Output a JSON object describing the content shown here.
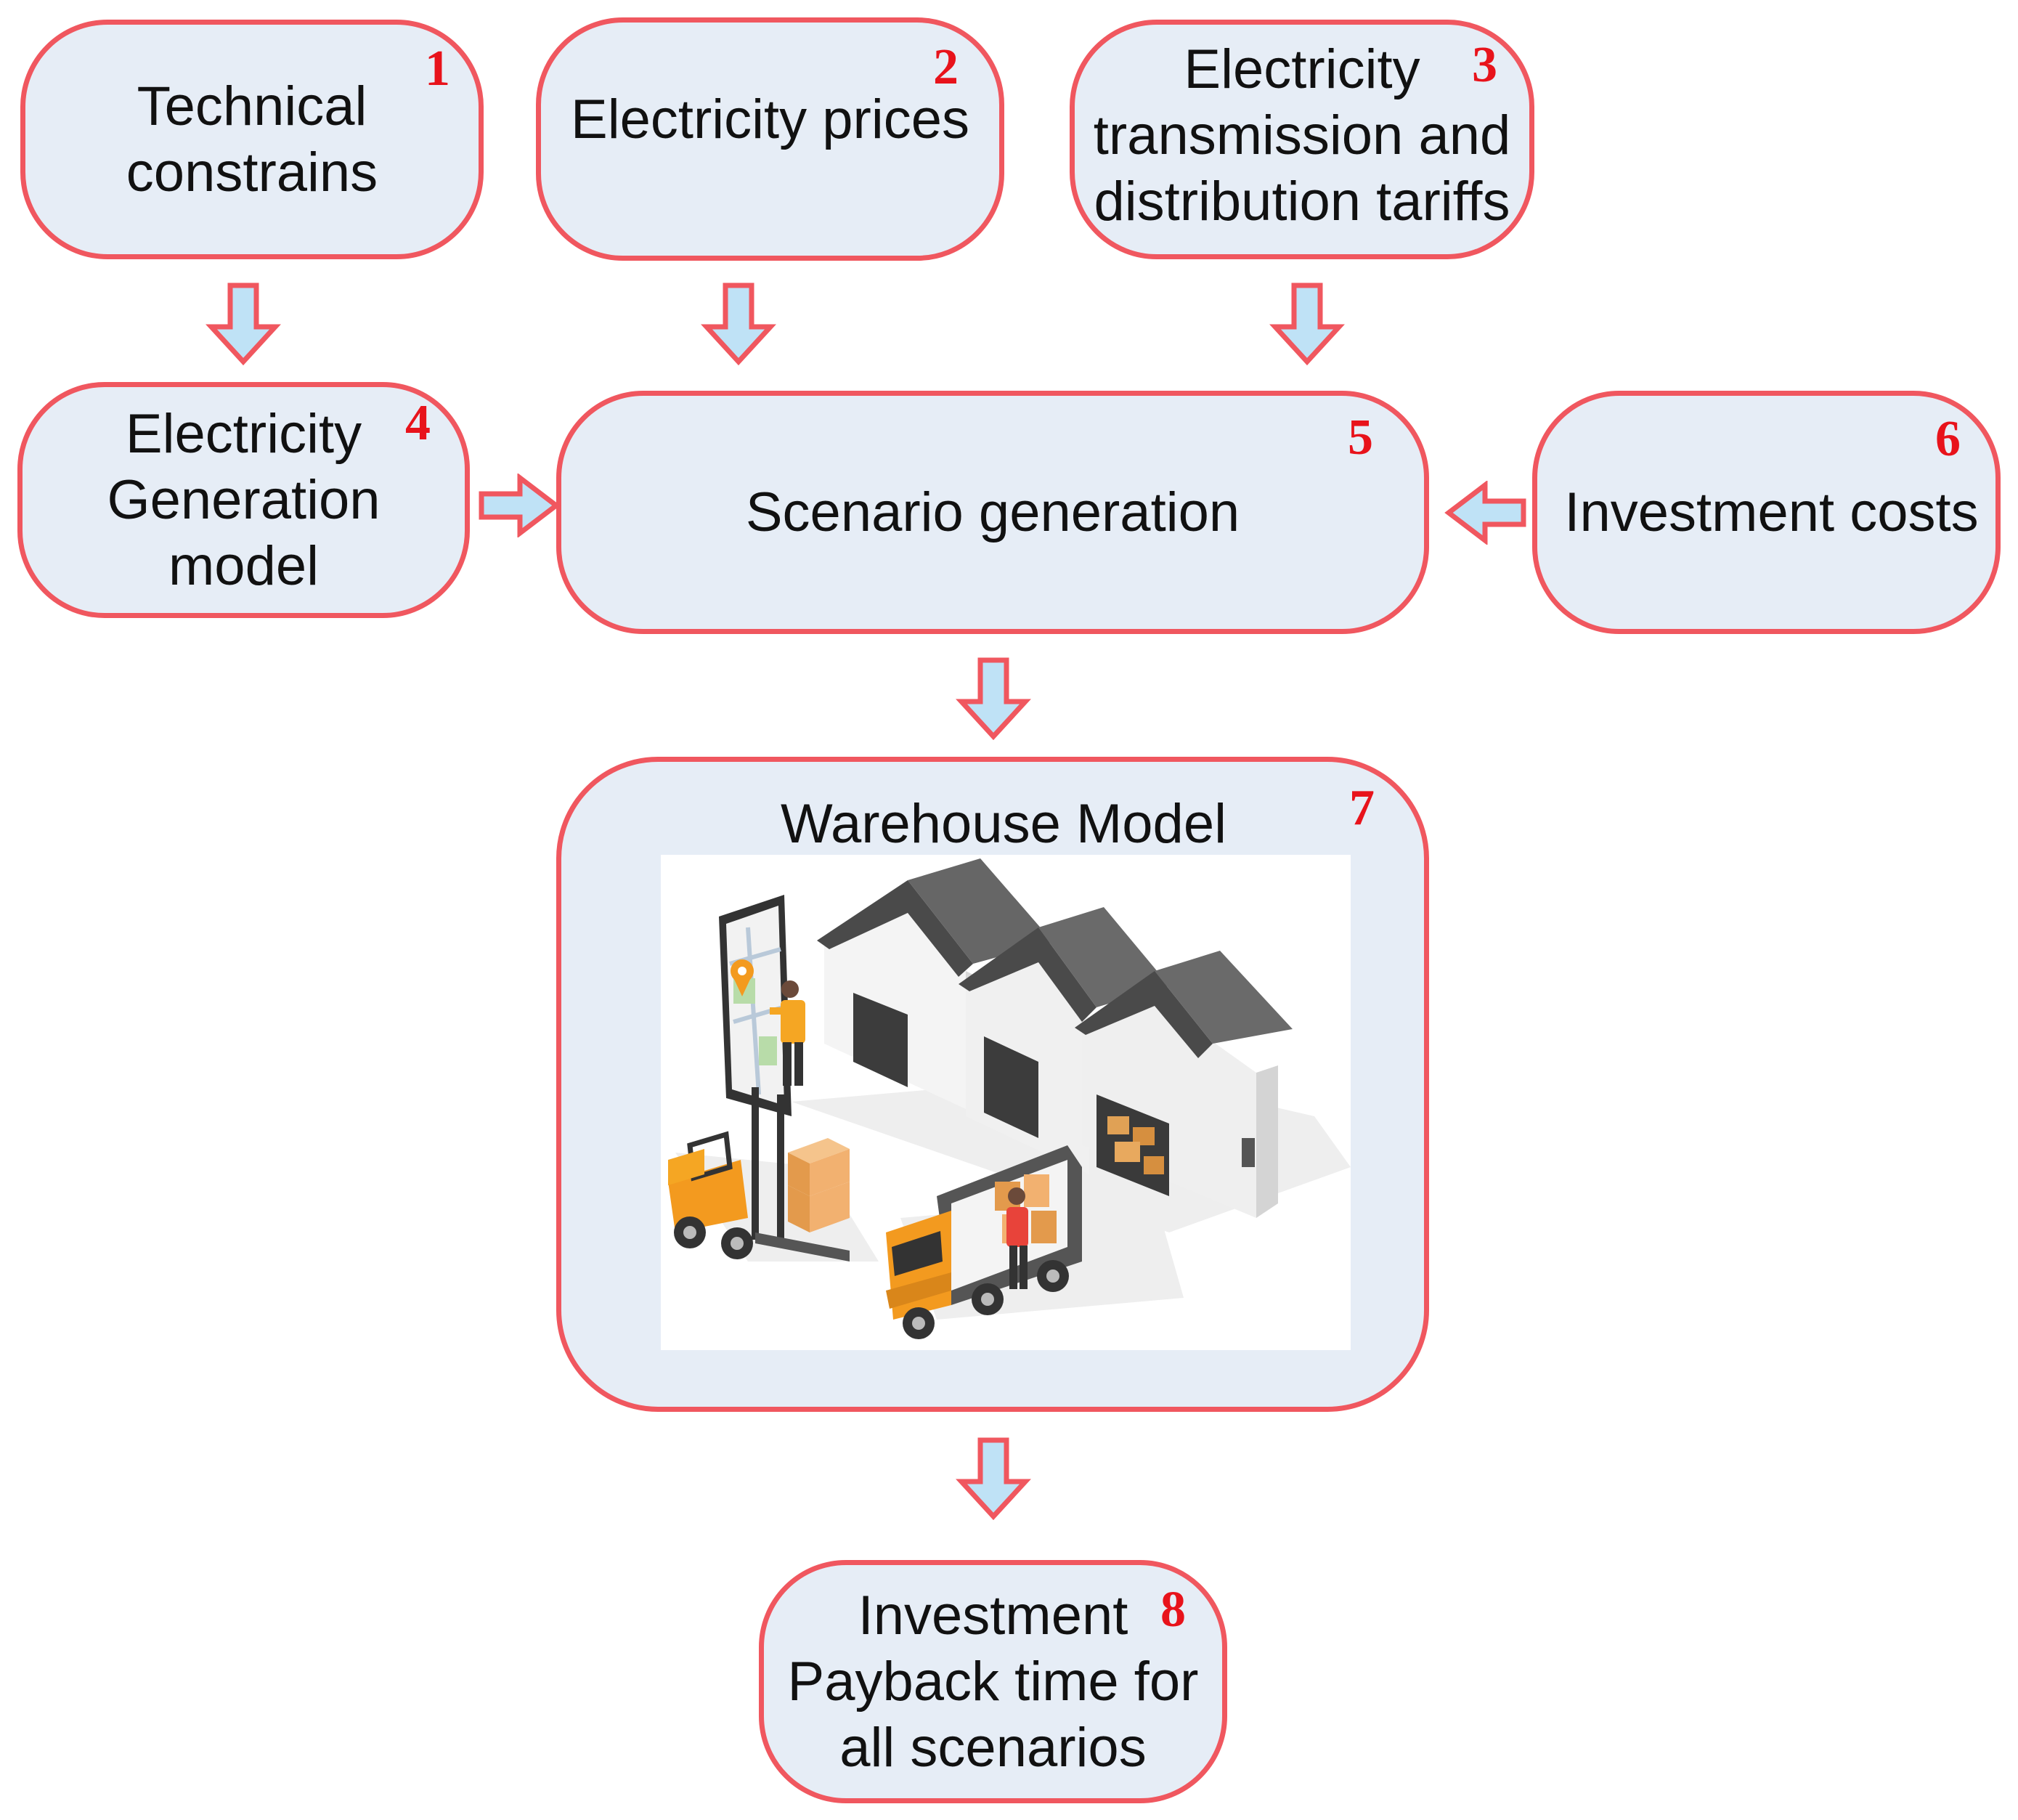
{
  "colors": {
    "box_fill": "#e6edf6",
    "box_border": "#f0575f",
    "arrow_fill": "#bfe2f6",
    "arrow_stroke": "#f0575f",
    "number_color": "#e8131b"
  },
  "nodes": [
    {
      "id": "1",
      "number": "1",
      "label": "Technical\nconstrains"
    },
    {
      "id": "2",
      "number": "2",
      "label": "Electricity prices"
    },
    {
      "id": "3",
      "number": "3",
      "label": "Electricity\ntransmission and\ndistribution tariffs"
    },
    {
      "id": "4",
      "number": "4",
      "label": "Electricity\nGeneration\nmodel"
    },
    {
      "id": "5",
      "number": "5",
      "label": "Scenario generation"
    },
    {
      "id": "6",
      "number": "6",
      "label": "Investment costs"
    },
    {
      "id": "7",
      "number": "7",
      "label": "Warehouse Model"
    },
    {
      "id": "8",
      "number": "8",
      "label": "Investment\nPayback time for\nall scenarios"
    }
  ],
  "edges": [
    {
      "from": "1",
      "to": "4"
    },
    {
      "from": "2",
      "to": "5"
    },
    {
      "from": "3",
      "to": "5"
    },
    {
      "from": "4",
      "to": "5"
    },
    {
      "from": "6",
      "to": "5"
    },
    {
      "from": "5",
      "to": "7"
    },
    {
      "from": "7",
      "to": "8"
    }
  ],
  "illustration": {
    "icon": "warehouse-logistics-illustration",
    "elements": [
      "warehouse-building-icon",
      "phone-map-icon",
      "forklift-icon",
      "truck-icon",
      "boxes-icon",
      "worker-icon"
    ]
  }
}
